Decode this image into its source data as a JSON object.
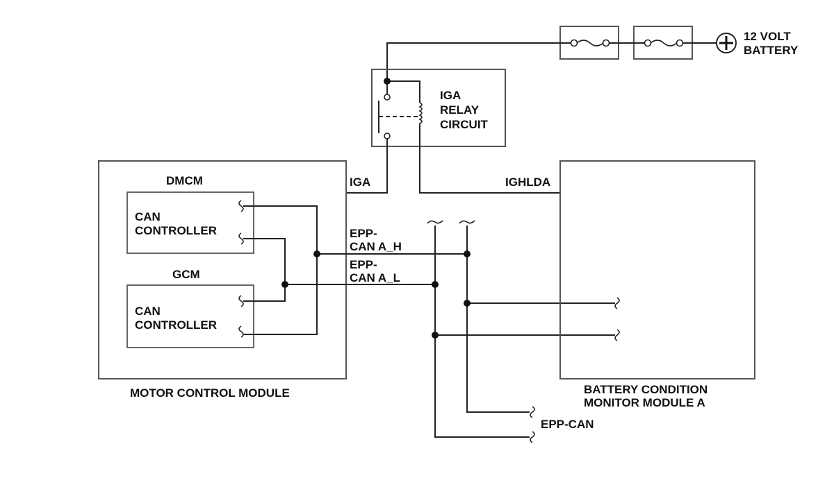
{
  "battery": {
    "line1": "12 VOLT",
    "line2": "BATTERY",
    "symbol": "+"
  },
  "relay": {
    "line1": "IGA",
    "line2": "RELAY",
    "line3": "CIRCUIT"
  },
  "motor_module": {
    "title": "MOTOR CONTROL MODULE",
    "dmcm": {
      "label": "DMCM",
      "line1": "CAN",
      "line2": "CONTROLLER"
    },
    "gcm": {
      "label": "GCM",
      "line1": "CAN",
      "line2": "CONTROLLER"
    }
  },
  "bcm_module": {
    "line1": "BATTERY CONDITION",
    "line2": "MONITOR MODULE A"
  },
  "signals": {
    "iga": "IGA",
    "ighlda": "IGHLDA",
    "can_h_line1": "EPP-",
    "can_h_line2": "CAN A_H",
    "can_l_line1": "EPP-",
    "can_l_line2": "CAN A_L",
    "epp_can": "EPP-CAN"
  }
}
